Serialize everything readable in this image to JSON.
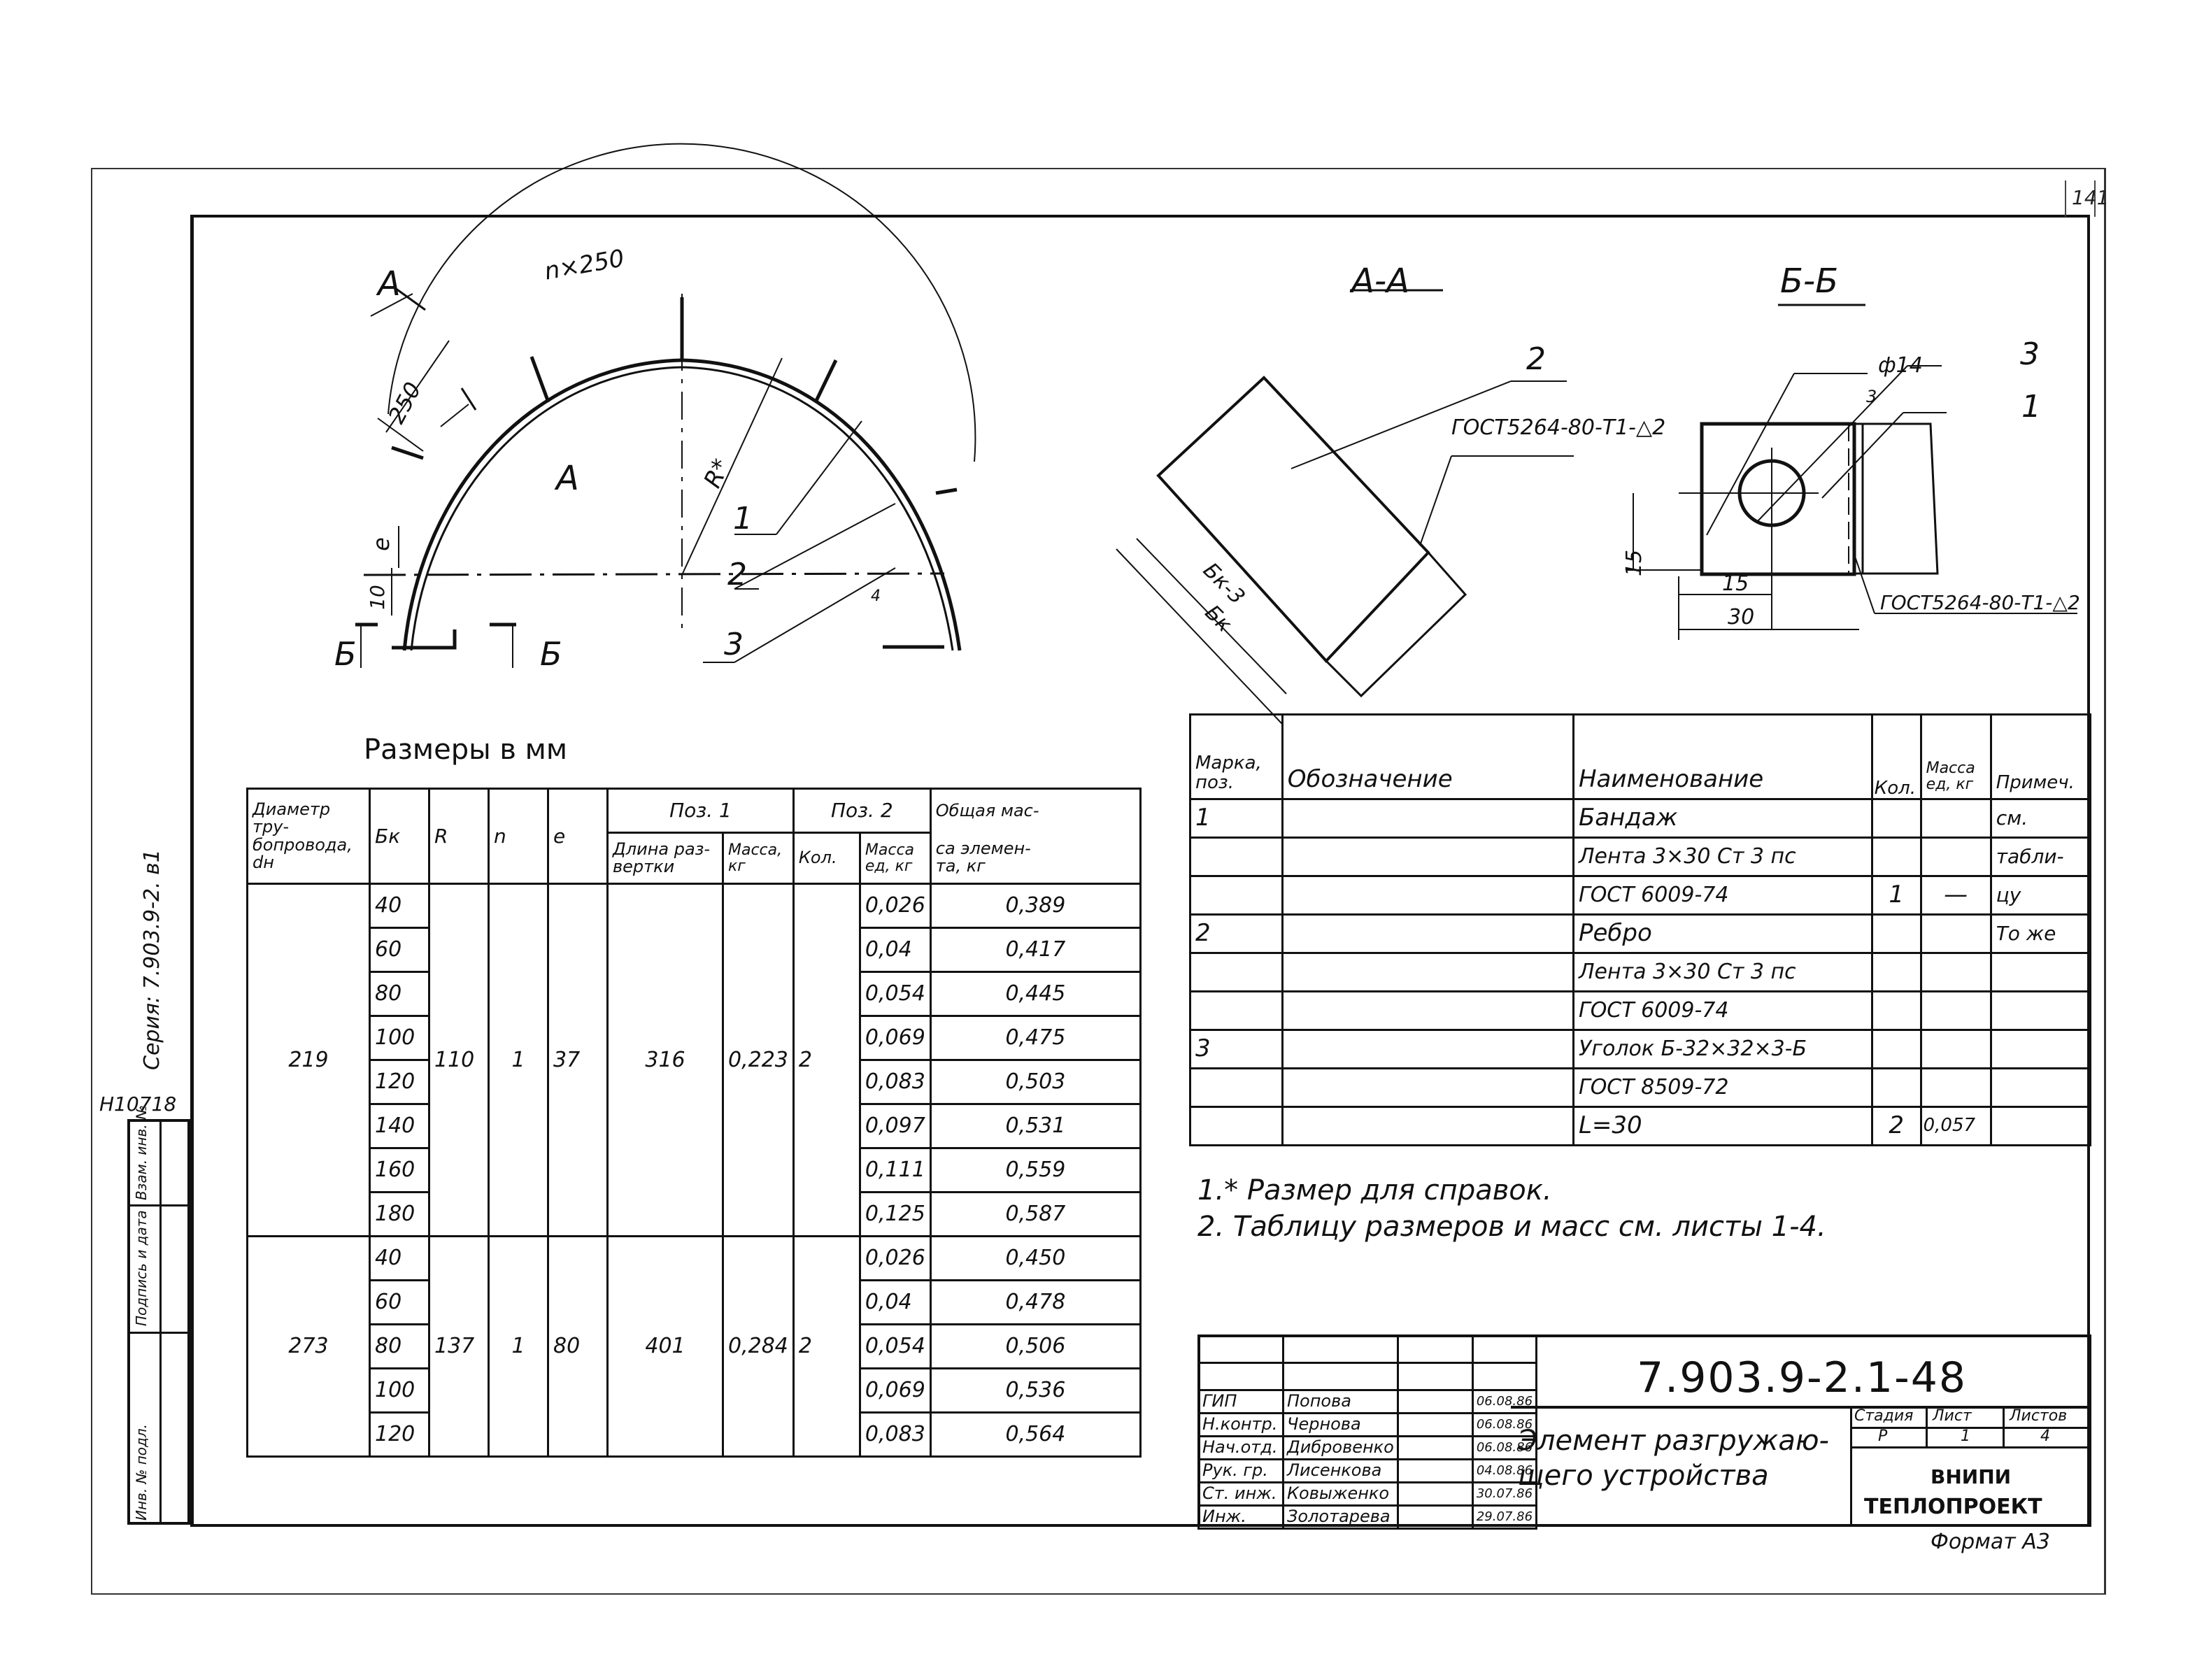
{
  "sheet": {
    "page_number": "141",
    "format_label": "Формат А3",
    "archive_number": "Н10718",
    "series": "Серия: 7.903.9-2. в1"
  },
  "side_stamp": {
    "cells": [
      "Инв. № подл.",
      "Подпись и дата",
      "Взам. инв. №"
    ]
  },
  "main_view": {
    "section_mark_a": "А",
    "section_mark_b": "Б",
    "arc_dim": "n×250",
    "chord_dim": "250",
    "radius_label": "R*",
    "e_label": "e",
    "offset_dim": "10",
    "small_dim": "4",
    "callouts": [
      "1",
      "2",
      "3"
    ]
  },
  "section_aa": {
    "title": "А-А",
    "callout": "2",
    "weld_note": "ГОСТ5264-80-Т1-△2",
    "dim_inner": "Бк-3",
    "dim_outer": "Бк"
  },
  "section_bb": {
    "title": "Б-Б",
    "hole_dim": "ф14",
    "gap_dim": "3",
    "callout_3": "3",
    "callout_1": "1",
    "height_dim": "15",
    "center_dim": "15",
    "width_dim": "30",
    "weld_note": "ГОСТ5264-80-Т1-△2"
  },
  "dimensions_caption": "Размеры в мм",
  "dimensions_table": {
    "headers": {
      "diameter": "Диаметр тру-бопровода, dн",
      "bk": "Бк",
      "r": "R",
      "n": "n",
      "e": "e",
      "pos1": "Поз. 1",
      "pos1_length": "Длина раз-вертки",
      "pos1_mass": "Масса, кг",
      "pos2": "Поз. 2",
      "pos2_qty": "Кол.",
      "pos2_mass": "Масса ед, кг",
      "total": "Общая масса элемента, кг",
      "total_l1": "Общая мас-",
      "total_l2": "са элемен-",
      "total_l3": "та, кг"
    },
    "groups": [
      {
        "diameter": "219",
        "r": "110",
        "n": "1",
        "e": "37",
        "length": "316",
        "mass": "0,223",
        "qty": "2",
        "rows": [
          {
            "bk": "40",
            "unit_mass": "0,026",
            "total": "0,389"
          },
          {
            "bk": "60",
            "unit_mass": "0,04",
            "total": "0,417"
          },
          {
            "bk": "80",
            "unit_mass": "0,054",
            "total": "0,445"
          },
          {
            "bk": "100",
            "unit_mass": "0,069",
            "total": "0,475"
          },
          {
            "bk": "120",
            "unit_mass": "0,083",
            "total": "0,503"
          },
          {
            "bk": "140",
            "unit_mass": "0,097",
            "total": "0,531"
          },
          {
            "bk": "160",
            "unit_mass": "0,111",
            "total": "0,559"
          },
          {
            "bk": "180",
            "unit_mass": "0,125",
            "total": "0,587"
          }
        ]
      },
      {
        "diameter": "273",
        "r": "137",
        "n": "1",
        "e": "80",
        "length": "401",
        "mass": "0,284",
        "qty": "2",
        "rows": [
          {
            "bk": "40",
            "unit_mass": "0,026",
            "total": "0,450"
          },
          {
            "bk": "60",
            "unit_mass": "0,04",
            "total": "0,478"
          },
          {
            "bk": "80",
            "unit_mass": "0,054",
            "total": "0,506"
          },
          {
            "bk": "100",
            "unit_mass": "0,069",
            "total": "0,536"
          },
          {
            "bk": "120",
            "unit_mass": "0,083",
            "total": "0,564"
          }
        ]
      }
    ]
  },
  "spec_table": {
    "headers": {
      "mark": "Марка, поз.",
      "mark_l1": "Марка,",
      "mark_l2": "поз.",
      "designation": "Обозначение",
      "name": "Наименование",
      "qty": "Кол.",
      "mass": "Масса ед, кг",
      "mass_l1": "Масса",
      "mass_l2": "ед, кг",
      "note": "Примеч."
    },
    "rows": [
      {
        "mark": "1",
        "designation": "",
        "name": "Бандаж",
        "qty": "",
        "mass": "",
        "note": "см."
      },
      {
        "mark": "",
        "designation": "",
        "name": "Лента 3×30 Ст 3 пс",
        "qty": "",
        "mass": "",
        "note": "табли-"
      },
      {
        "mark": "",
        "designation": "",
        "name": "ГОСТ 6009-74",
        "qty": "1",
        "mass": "—",
        "note": "цу"
      },
      {
        "mark": "2",
        "designation": "",
        "name": "Ребро",
        "qty": "",
        "mass": "",
        "note": "То же"
      },
      {
        "mark": "",
        "designation": "",
        "name": "Лента 3×30 Ст 3 пс",
        "qty": "",
        "mass": "",
        "note": ""
      },
      {
        "mark": "",
        "designation": "",
        "name": "ГОСТ 6009-74",
        "qty": "",
        "mass": "",
        "note": ""
      },
      {
        "mark": "3",
        "designation": "",
        "name": "Уголок Б-32×32×3-Б",
        "qty": "",
        "mass": "",
        "note": ""
      },
      {
        "mark": "",
        "designation": "",
        "name": "ГОСТ 8509-72",
        "qty": "",
        "mass": "",
        "note": ""
      },
      {
        "mark": "",
        "designation": "",
        "name": "L=30",
        "qty": "2",
        "mass": "0,057",
        "note": ""
      }
    ]
  },
  "notes": [
    "1.* Размер для справок.",
    "2. Таблицу размеров и масс см. листы 1-4."
  ],
  "title_block": {
    "document_code": "7.903.9-2.1-48",
    "element_title_l1": "Элемент разгружаю-",
    "element_title_l2": "щего устройства",
    "stage_label": "Стадия",
    "sheet_label": "Лист",
    "sheets_label": "Листов",
    "stage": "Р",
    "sheet": "1",
    "sheets": "4",
    "org_l1": "ВНИПИ",
    "org_l2": "ТЕПЛОПРОЕКТ",
    "signatures": [
      {
        "role": "ГИП",
        "name": "Попова",
        "date": "06.08.86"
      },
      {
        "role": "Н.контр.",
        "name": "Чернова",
        "date": "06.08.86"
      },
      {
        "role": "Нач.отд.",
        "name": "Дибровенко",
        "date": "06.08.86"
      },
      {
        "role": "Рук. гр.",
        "name": "Лисенкова",
        "date": "04.08.86"
      },
      {
        "role": "Ст. инж.",
        "name": "Ковыженко",
        "date": "30.07.86"
      },
      {
        "role": "Инж.",
        "name": "Золотарева",
        "date": "29.07.86"
      }
    ]
  }
}
